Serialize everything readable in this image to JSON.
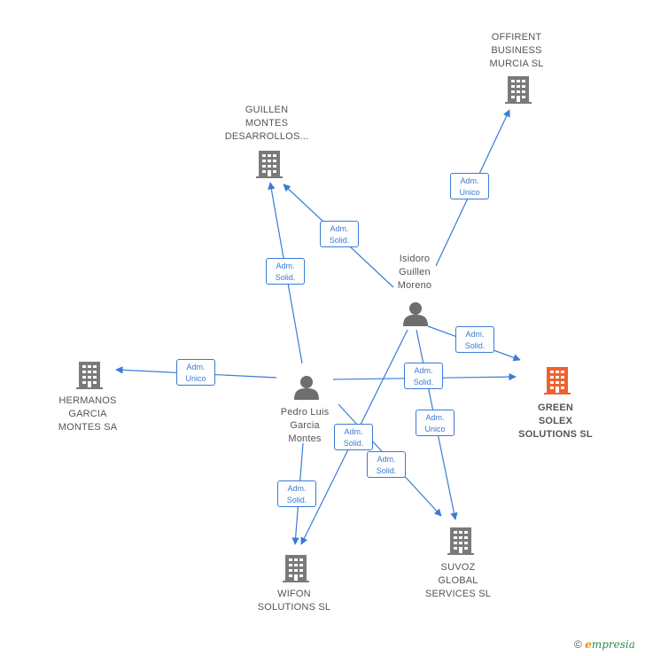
{
  "colors": {
    "edge": "#3a7bd5",
    "company": "#7a7a7a",
    "company_primary": "#f0612e",
    "person": "#6e6e6e"
  },
  "nodes": {
    "offirent": {
      "label": "OFFIRENT\nBUSINESS\nMURCIA SL",
      "kind": "company-icon"
    },
    "guillen": {
      "label": "GUILLEN\nMONTES\nDESARROLLOS...",
      "kind": "company-icon"
    },
    "isidoro": {
      "label": "Isidoro\nGuillen\nMoreno",
      "kind": "person-icon"
    },
    "hermanos": {
      "label": "HERMANOS\nGARCIA\nMONTES SA",
      "kind": "company-icon"
    },
    "pedro": {
      "label": "Pedro Luis\nGarcia\nMontes",
      "kind": "person-icon"
    },
    "green": {
      "label": "GREEN\nSOLEX\nSOLUTIONS SL",
      "kind": "company-icon",
      "primary": true
    },
    "suvoz": {
      "label": "SUVOZ\nGLOBAL\nSERVICES SL",
      "kind": "company-icon"
    },
    "wifon": {
      "label": "WIFON\nSOLUTIONS SL",
      "kind": "company-icon"
    }
  },
  "edges": {
    "e1": "Adm.\nUnico",
    "e2": "Adm.\nSolid.",
    "e3": "Adm.\nSolid.",
    "e4": "Adm.\nSolid.",
    "e5": "Adm.\nUnico",
    "e6": "Adm.\nSolid.",
    "e7": "Adm.\nUnico",
    "e8": "Adm.\nSolid.",
    "e9": "Adm.\nSolid.",
    "e10": "Adm.\nSolid."
  },
  "footer": {
    "copyright": "©",
    "brand_e": "e",
    "brand_rest": "mpresia"
  }
}
